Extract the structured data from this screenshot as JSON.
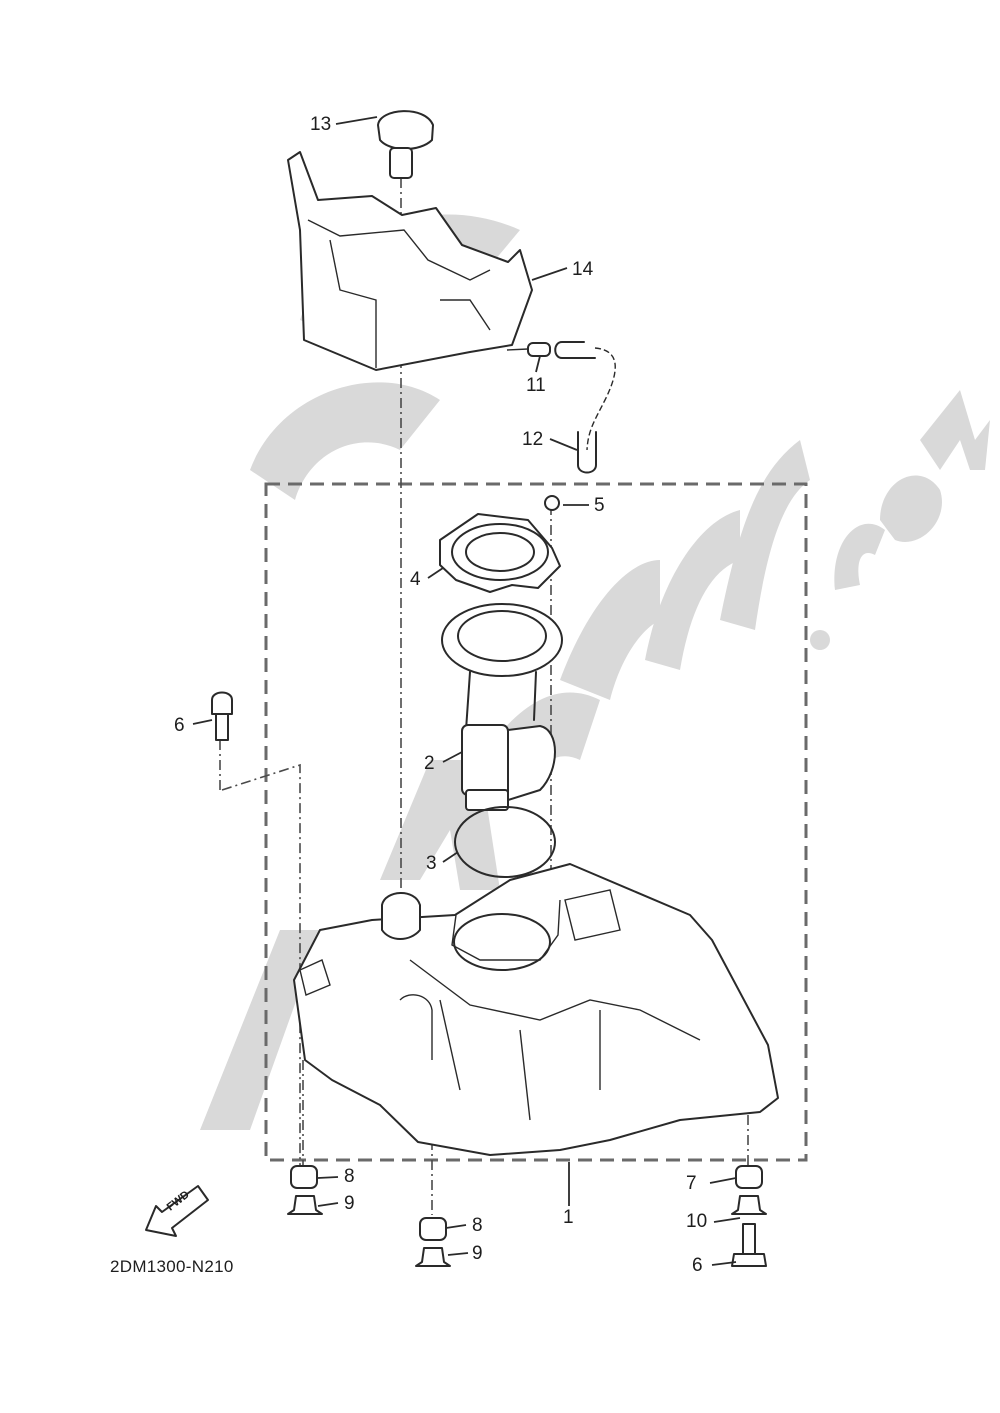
{
  "diagram": {
    "reference_code": "2DM1300-N210",
    "orientation_arrow_label": "FWD",
    "watermark": "PARTSSS.COM",
    "callouts": [
      {
        "id": "c1",
        "label": "1",
        "part": "fuel-tank"
      },
      {
        "id": "c2",
        "label": "2",
        "part": "fuel-pump"
      },
      {
        "id": "c3",
        "label": "3",
        "part": "o-ring"
      },
      {
        "id": "c4",
        "label": "4",
        "part": "gasket-plate"
      },
      {
        "id": "c5",
        "label": "5",
        "part": "nut"
      },
      {
        "id": "c6a",
        "label": "6",
        "part": "bolt"
      },
      {
        "id": "c6b",
        "label": "6",
        "part": "bolt"
      },
      {
        "id": "c7",
        "label": "7",
        "part": "damper"
      },
      {
        "id": "c8a",
        "label": "8",
        "part": "damper"
      },
      {
        "id": "c8b",
        "label": "8",
        "part": "damper"
      },
      {
        "id": "c9a",
        "label": "9",
        "part": "collar"
      },
      {
        "id": "c9b",
        "label": "9",
        "part": "collar"
      },
      {
        "id": "c10",
        "label": "10",
        "part": "collar"
      },
      {
        "id": "c11",
        "label": "11",
        "part": "fuel-cap"
      },
      {
        "id": "c12",
        "label": "12",
        "part": "hose-joint"
      },
      {
        "id": "c13",
        "label": "13",
        "part": "breather-hose"
      },
      {
        "id": "c14",
        "label": "14",
        "part": "tank-cover"
      }
    ]
  }
}
